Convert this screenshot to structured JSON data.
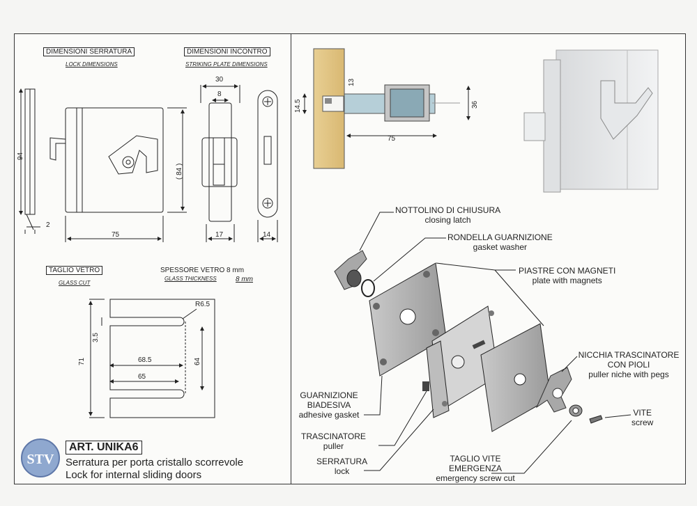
{
  "left_panel": {
    "lock_title": "DIMENSIONI SERRATURA",
    "lock_subtitle": "LOCK DIMENSIONS",
    "strike_title": "DIMENSIONI INCONTRO",
    "strike_subtitle": "STRIKING PLATE DIMENSIONS",
    "glass_cut_title": "TAGLIO VETRO",
    "glass_cut_subtitle": "GLASS CUT",
    "glass_thickness_label": "SPESSORE VETRO 8 mm",
    "glass_thickness_en": "GLASS THICKNESS",
    "glass_thickness_value": "8 mm",
    "dims": {
      "lock_height": "94",
      "lock_inner": "( 84 )",
      "lock_width": "75",
      "lock_edge": "2",
      "strike_width": "30",
      "strike_inner": "8",
      "strike_depth": "17",
      "strike_plate": "14",
      "cut_radius": "R6.5",
      "cut_notch": "3.5",
      "cut_height": "71",
      "cut_inner_height": "64",
      "cut_len1": "68.5",
      "cut_len2": "65"
    }
  },
  "right_panel": {
    "dims": {
      "d1": "14.5",
      "d2": "13",
      "d3": "36",
      "d4": "75"
    },
    "callouts": [
      {
        "it": "NOTTOLINO DI CHIUSURA",
        "en": "closing latch"
      },
      {
        "it": "RONDELLA GUARNIZIONE",
        "en": "gasket washer"
      },
      {
        "it": "PIASTRE CON MAGNETI",
        "en": "plate with magnets"
      },
      {
        "it": "NICCHIA TRASCINATORE CON PIOLI",
        "en": "puller niche with pegs"
      },
      {
        "it": "VITE",
        "en": "screw"
      },
      {
        "it": "GUARNIZIONE BIADESIVA",
        "en": "adhesive gasket"
      },
      {
        "it": "TRASCINATORE",
        "en": "puller"
      },
      {
        "it": "SERRATURA",
        "en": "lock"
      },
      {
        "it": "TAGLIO VITE EMERGENZA",
        "en": "emergency screw cut"
      }
    ]
  },
  "footer": {
    "logo_text": "STV",
    "article": "ART. UNIKA6",
    "desc_it": "Serratura per porta cristallo scorrevole",
    "desc_en": "Lock for internal sliding doors"
  }
}
